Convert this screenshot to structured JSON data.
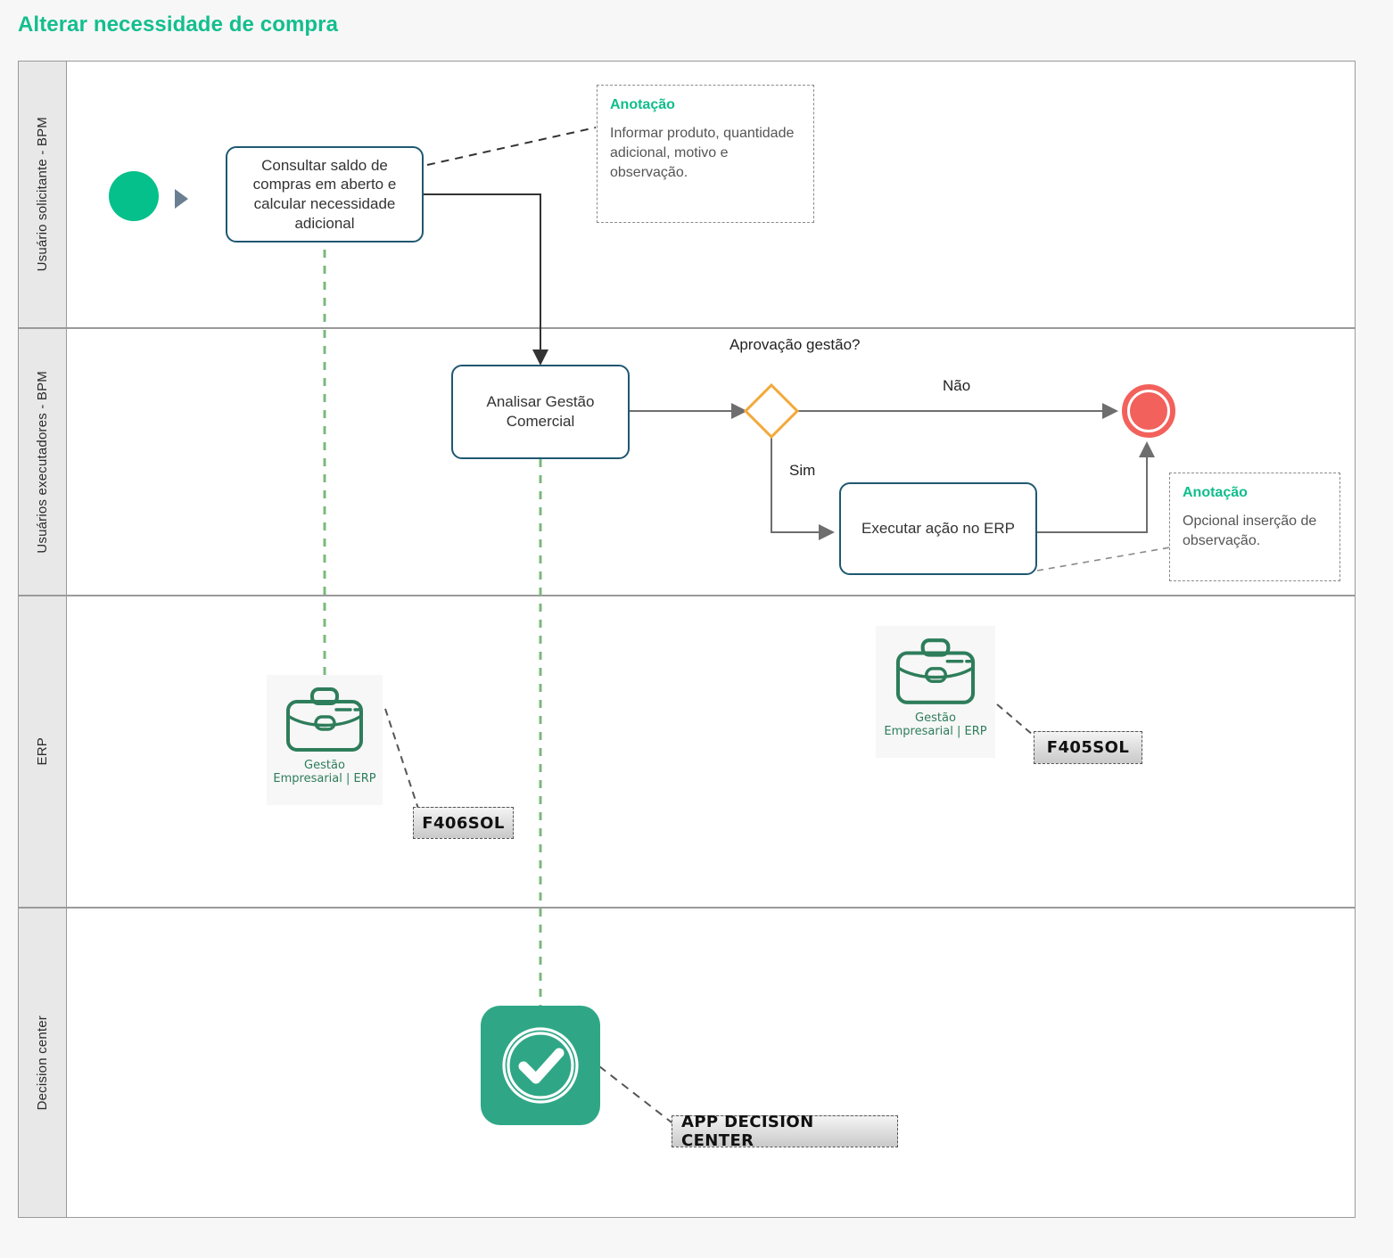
{
  "title": "Alterar necessidade de compra",
  "accent_color": "#13be8e",
  "lanes": [
    {
      "id": "usuario-solicitante",
      "label": "Usuário solicitante - BPM"
    },
    {
      "id": "usuarios-executadores",
      "label": "Usuários executadores - BPM"
    },
    {
      "id": "erp",
      "label": "ERP"
    },
    {
      "id": "decision-center",
      "label": "Decision center"
    }
  ],
  "events": {
    "start": {
      "name": "start-event",
      "color": "#05c08b"
    },
    "end": {
      "name": "end-event",
      "color": "#f2615c"
    }
  },
  "tasks": [
    {
      "id": "consultar-saldo",
      "label": "Consultar saldo de compras em aberto e calcular necessidade adicional"
    },
    {
      "id": "analisar-gestao-comercial",
      "label": "Analisar Gestão Comercial"
    },
    {
      "id": "executar-acao-erp",
      "label": "Executar ação no ERP"
    }
  ],
  "gateway": {
    "id": "aprovacao-gestao",
    "label": "Aprovação gestão?",
    "color": "#f2a93b",
    "flows": [
      {
        "id": "flow-nao",
        "label": "Não"
      },
      {
        "id": "flow-sim",
        "label": "Sim"
      }
    ]
  },
  "annotations": [
    {
      "id": "anotacao-consultar",
      "title": "Anotação",
      "text": "Informar produto, quantidade adicional, motivo e observação."
    },
    {
      "id": "anotacao-erp",
      "title": "Anotação",
      "text": "Opcional inserção de observação."
    }
  ],
  "apps": [
    {
      "id": "erp-f406sol",
      "icon": "briefcase-icon",
      "caption_line1": "Gestão",
      "caption_line2": "Empresarial | ERP",
      "chip": "F406SOL"
    },
    {
      "id": "erp-f405sol",
      "icon": "briefcase-icon",
      "caption_line1": "Gestão",
      "caption_line2": "Empresarial | ERP",
      "chip": "F405SOL"
    },
    {
      "id": "decision-center-app",
      "icon": "check-circle-icon",
      "chip": "APP DECISION CENTER",
      "color": "#2fa787"
    }
  ]
}
